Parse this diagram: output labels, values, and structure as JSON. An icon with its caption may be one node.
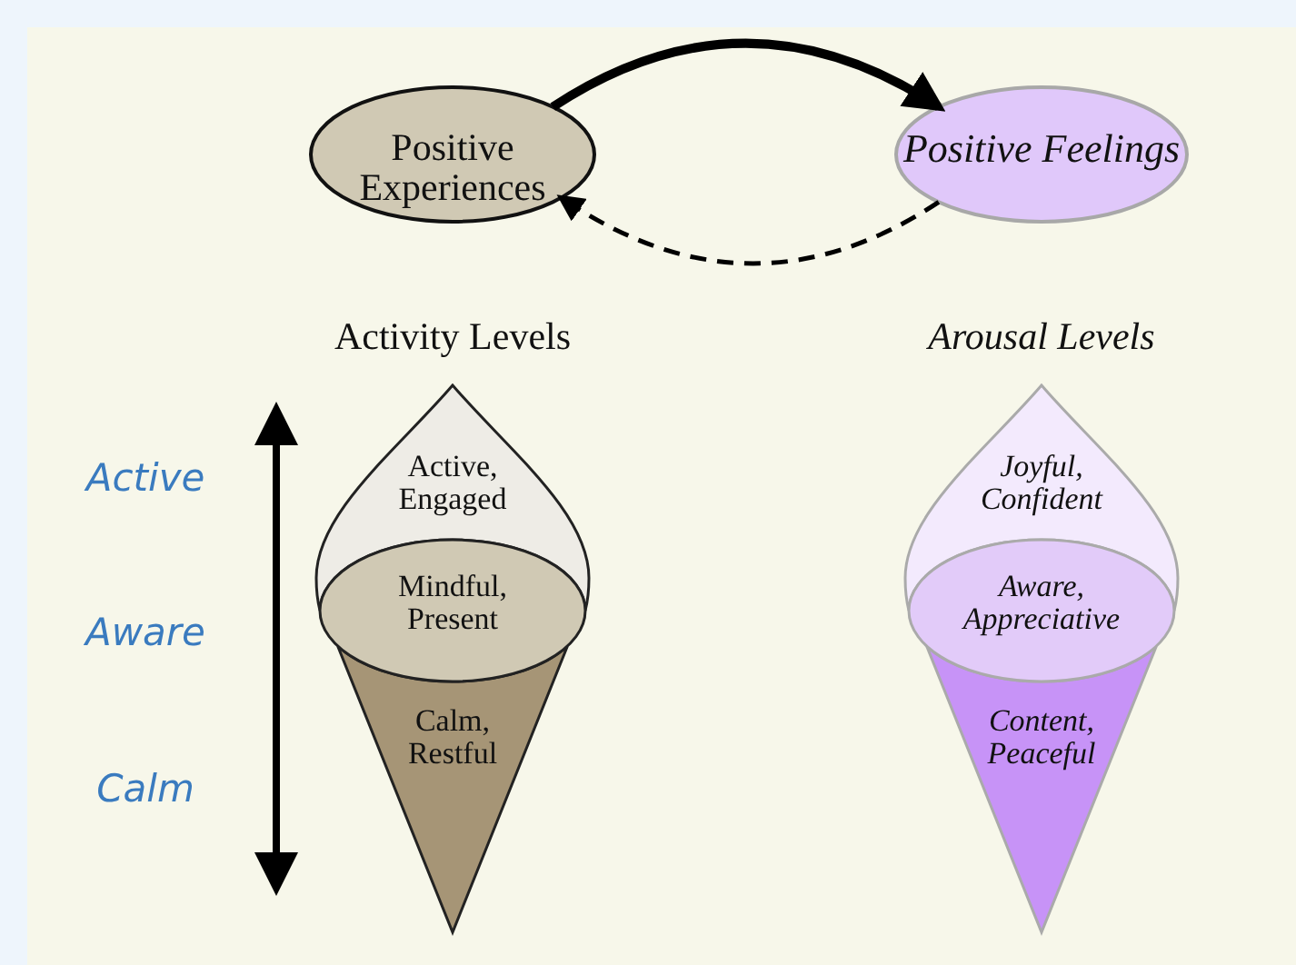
{
  "diagram": {
    "nodes": [
      {
        "text": [
          "Positive Experiences"
        ]
      },
      {
        "text": [
          "Positive Feelings"
        ]
      },
      {
        "text": [
          "Active, Engaged"
        ]
      },
      {
        "text": [
          "Calm, Restful"
        ]
      },
      {
        "text": [
          "Mindful, Present"
        ]
      },
      {
        "text": [
          "Joyful, Confident"
        ]
      },
      {
        "text": [
          "Content, Peaceful"
        ]
      },
      {
        "text": [
          "Aware, Appreciative"
        ]
      }
    ],
    "edges": [
      {
        "from": 0,
        "to": 1,
        "arrow": "to",
        "style": "thick"
      },
      {
        "from": 1,
        "to": 0,
        "arrow": "to",
        "style": "dashed"
      }
    ],
    "labels": [
      "Activity Levels",
      "Arousal Levels",
      "Active",
      "Aware",
      "Calm"
    ]
  }
}
